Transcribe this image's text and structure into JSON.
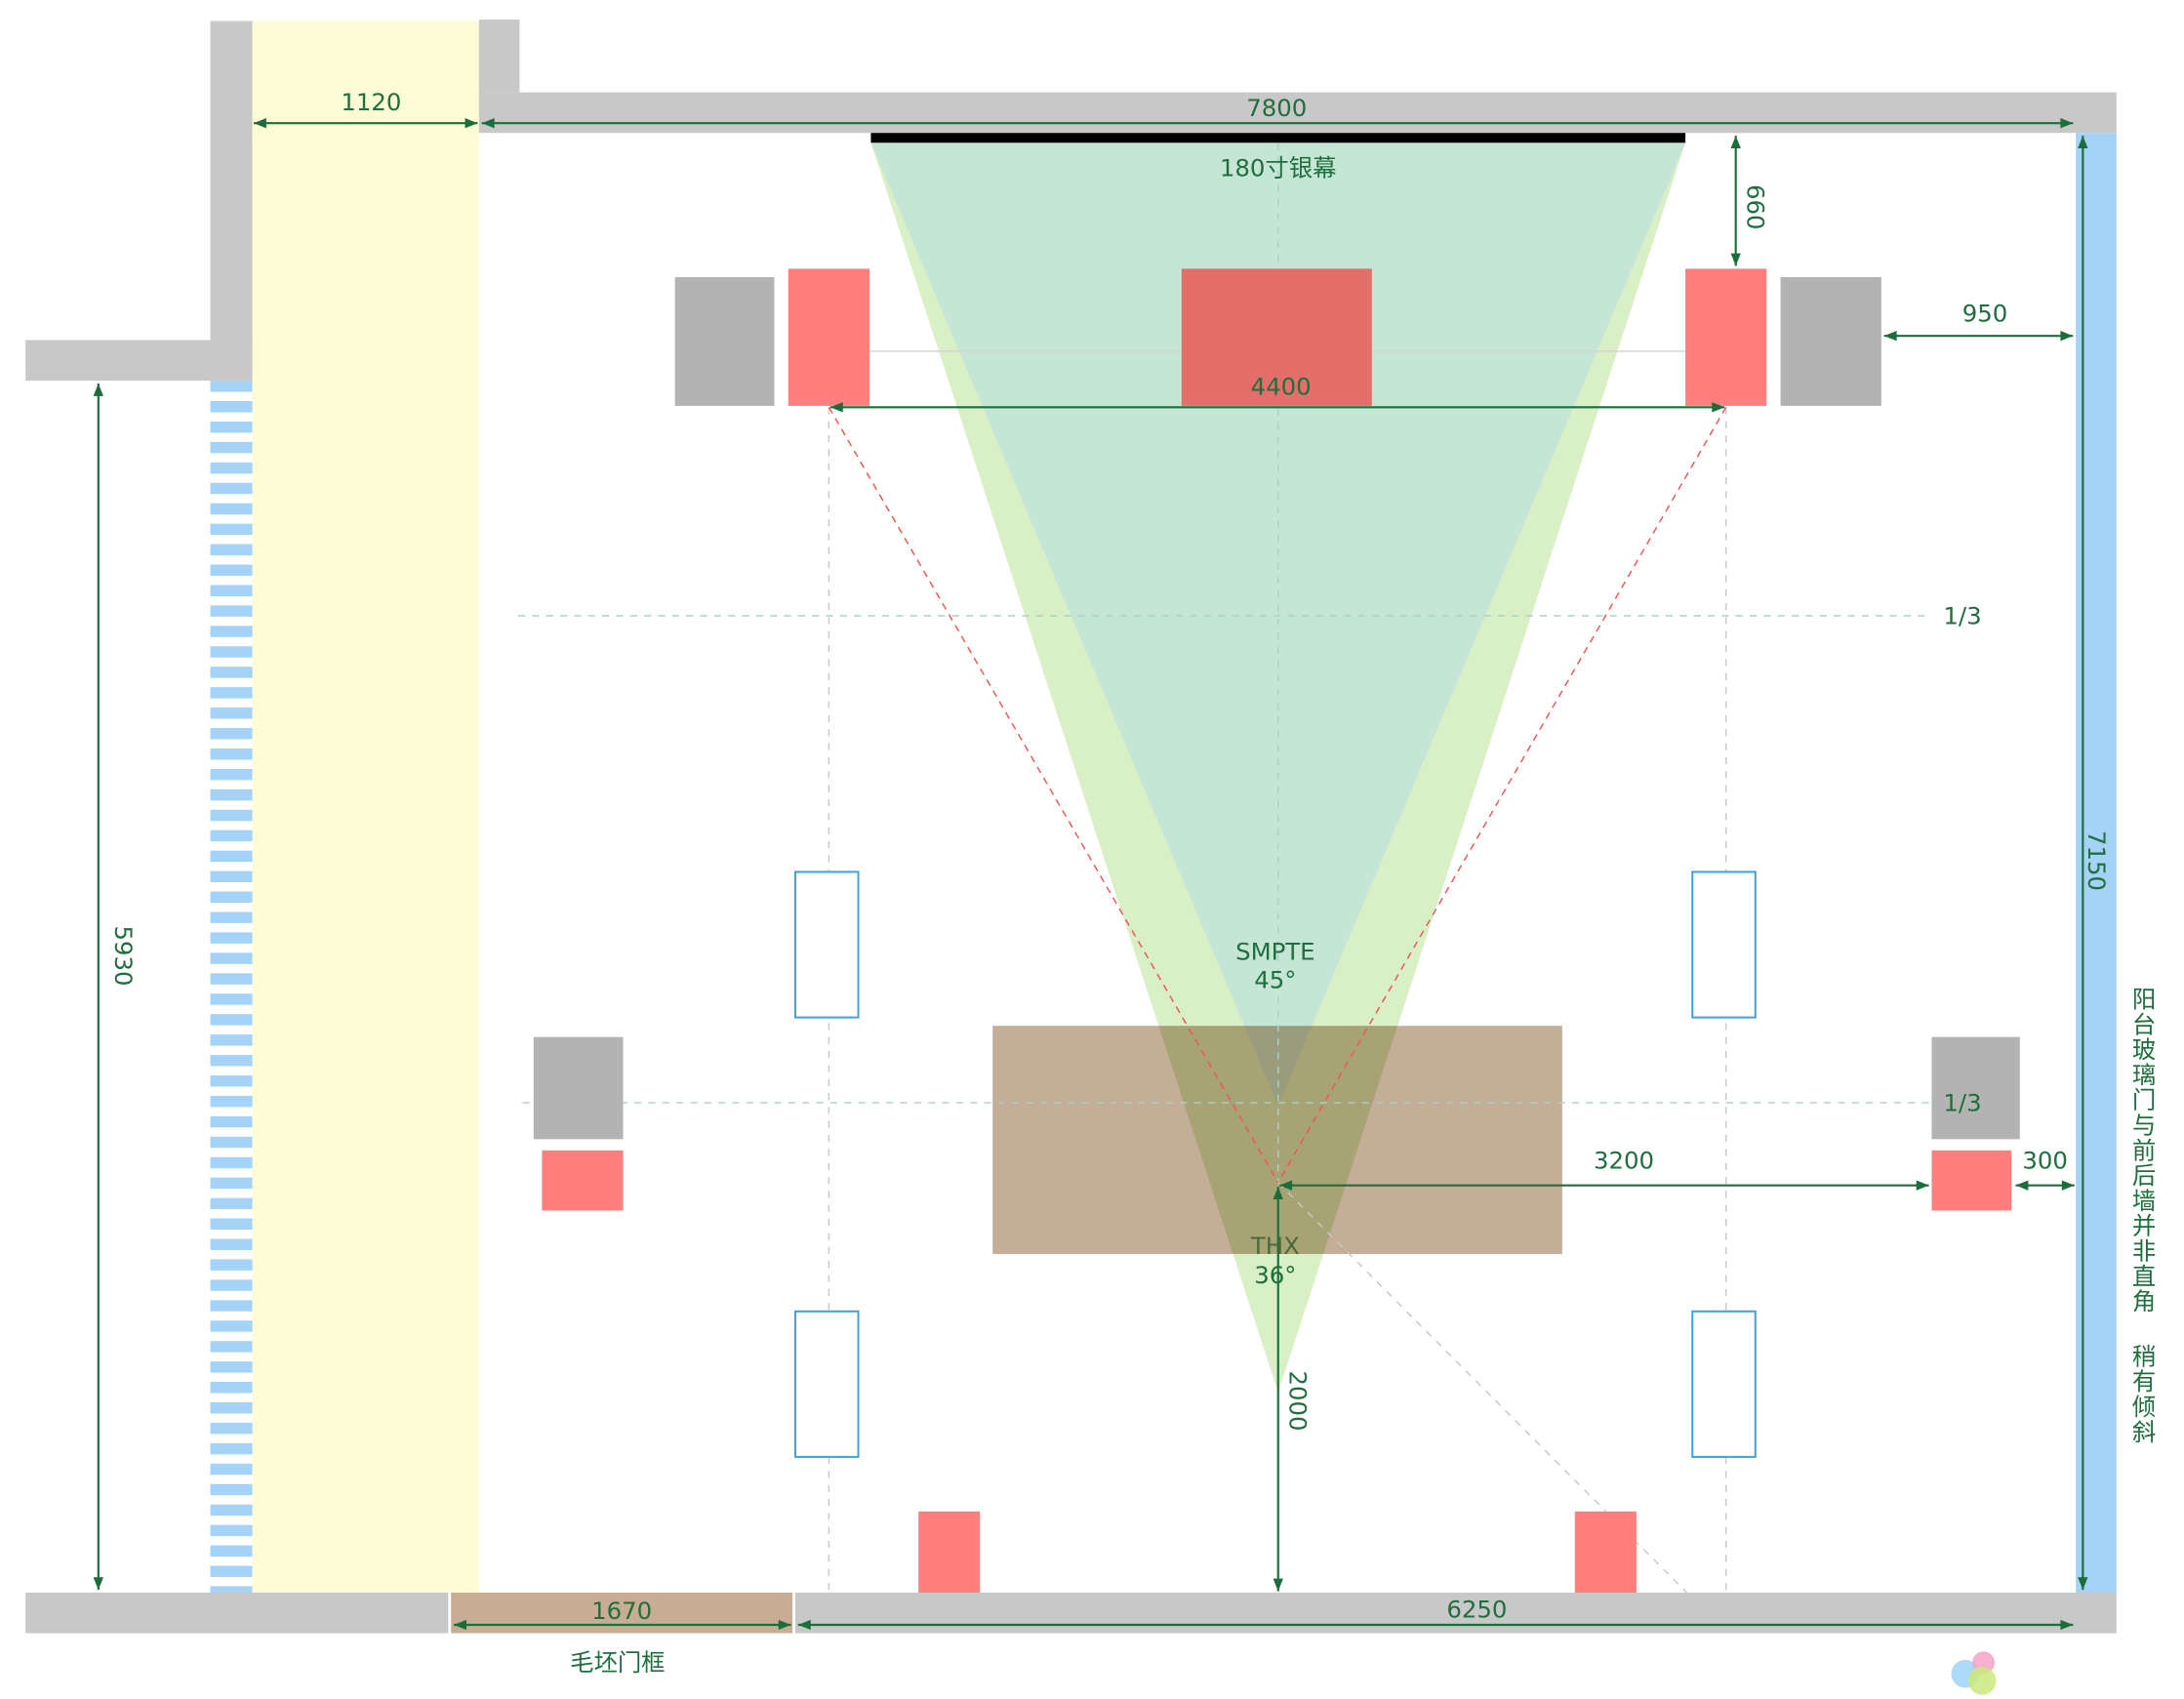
{
  "screen": {
    "label": "180寸银幕"
  },
  "dimensions": {
    "corridor_width": "1120",
    "front_wall_length": "7800",
    "screen_to_front_speakers": "660",
    "front_speaker_to_glass": "950",
    "front_speaker_spacing": "4400",
    "glass_wall_length": "7150",
    "left_wall_length": "5930",
    "seat_to_side_speaker": "3200",
    "side_speaker_to_glass": "300",
    "seat_to_rear_wall": "2000",
    "door_frame_width": "1670",
    "rear_wall_length": "6250"
  },
  "markers": {
    "front_third": "1/3",
    "rear_third": "1/3"
  },
  "viewing_angles": {
    "smpte": {
      "name": "SMPTE",
      "angle": "45°"
    },
    "thx": {
      "name": "THX",
      "angle": "36°"
    }
  },
  "notes": {
    "door_frame": "毛坯门框",
    "glass_door": "阳台玻璃门与前后墙并非直角 稍有倾斜"
  },
  "colors": {
    "wall": "#c8c8c8",
    "corridor": "#fdfcd5",
    "glass": "#a5d3f7",
    "door_frame": "#c8ad94",
    "screen": "#000000",
    "speaker": "#ff7f7f",
    "center_speaker": "#e46f6a",
    "block": "#b3b3b3",
    "sofa": "#c5ae97",
    "smpte_zone": "#c6e6d5",
    "thx_zone": "#d9efc6",
    "ceiling_speaker": "#3aa3e0",
    "dimension": "#1b6d3b"
  }
}
